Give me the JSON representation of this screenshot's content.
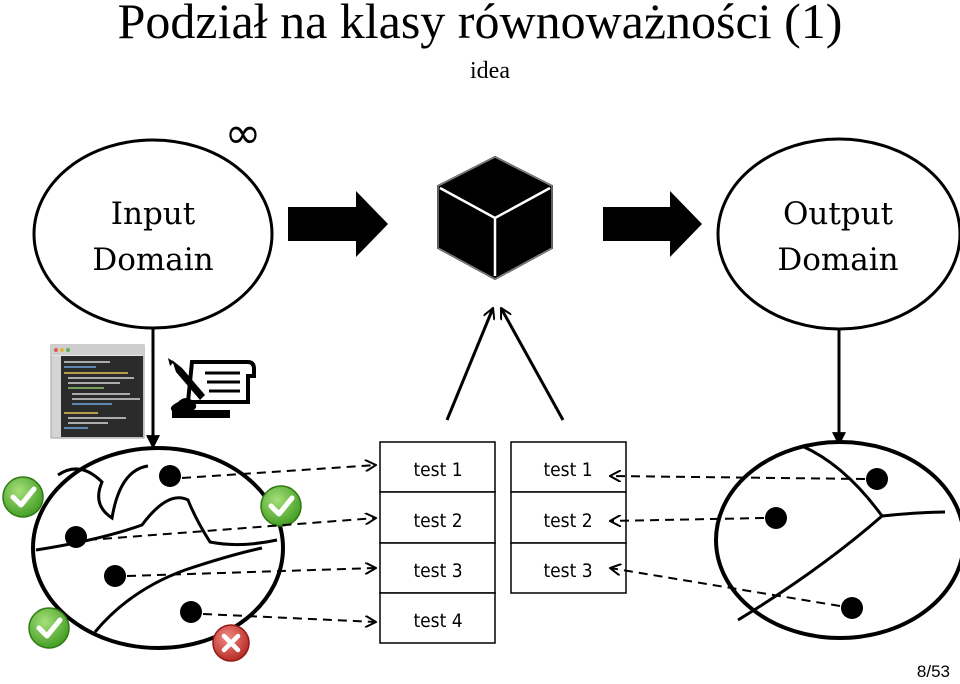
{
  "header": {
    "title": "Podział na klasy równoważności (1)",
    "subtitle": "idea"
  },
  "diagram": {
    "infinity_symbol": "∞",
    "input_domain": [
      "Input",
      "Domain"
    ],
    "output_domain": [
      "Output",
      "Domain"
    ],
    "input_tests": [
      "test 1",
      "test 2",
      "test 3",
      "test 4"
    ],
    "output_tests": [
      "test 1",
      "test 2",
      "test 3"
    ]
  },
  "icons": {
    "black_box": "black-box-cube-icon",
    "code_window": "source-code-icon",
    "spec": "specification-scroll-icon",
    "pass": "check-icon",
    "fail": "cross-icon"
  },
  "colors": {
    "check_green": "#4caf2a",
    "cross_red": "#c8322e"
  },
  "footer": {
    "page": "8/53"
  }
}
